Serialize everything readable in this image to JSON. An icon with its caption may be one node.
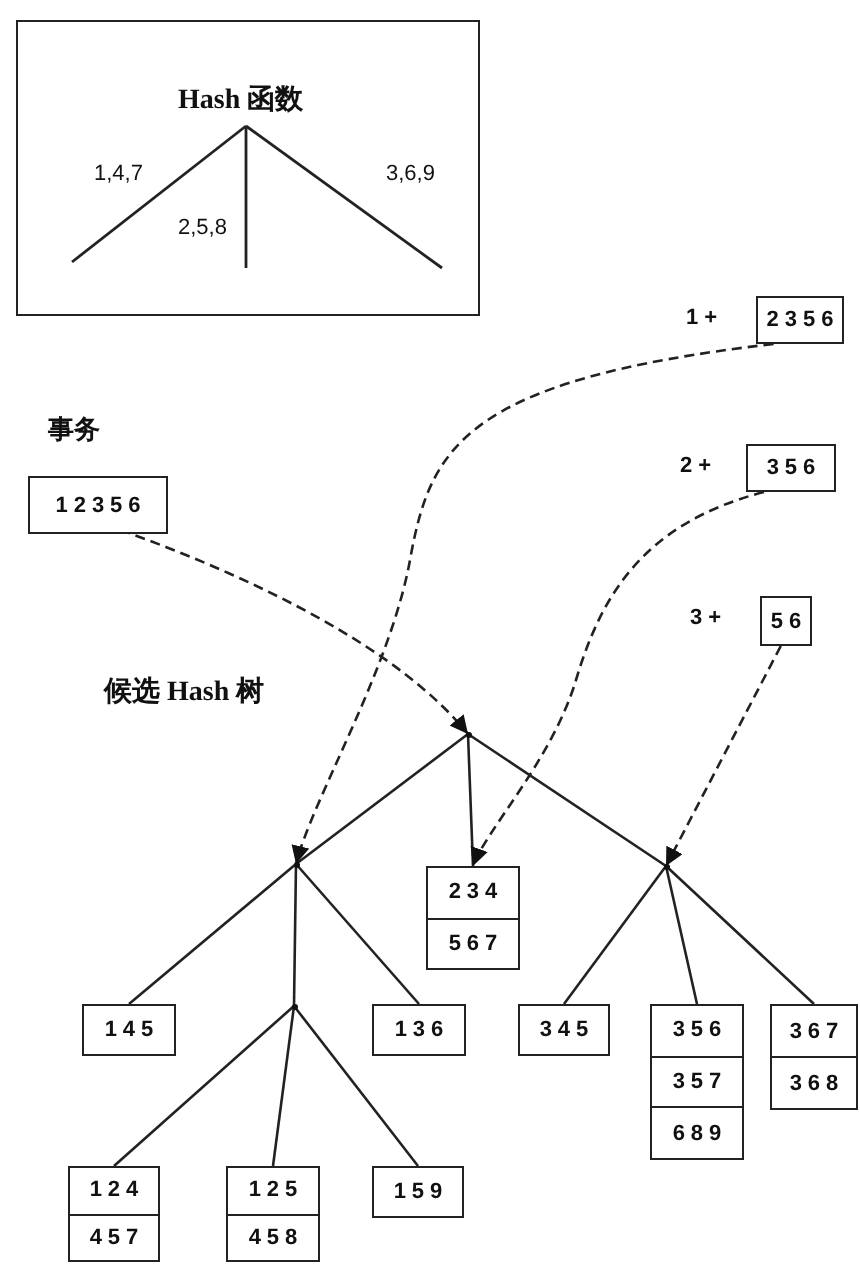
{
  "diagram": {
    "nodes": [
      {
        "text": [
          "Hash 函数",
          "1,4,7",
          "2,5,8",
          "3,6,9"
        ]
      },
      {
        "text": [
          "事务",
          "12356"
        ]
      },
      {
        "text": [
          "2356"
        ],
        "beside": [
          "1 +"
        ]
      },
      {
        "text": [
          "356"
        ],
        "beside": [
          "2 +"
        ]
      },
      {
        "text": [
          "56"
        ],
        "beside": [
          "3 +"
        ]
      },
      {
        "text": [],
        "shape": "point"
      },
      {
        "text": [],
        "shape": "point"
      },
      {
        "text": [
          "234",
          "567"
        ]
      },
      {
        "text": [],
        "shape": "point"
      },
      {
        "text": [
          "145"
        ]
      },
      {
        "text": [],
        "shape": "point"
      },
      {
        "text": [
          "136"
        ]
      },
      {
        "text": [
          "124",
          "457"
        ]
      },
      {
        "text": [
          "125",
          "458"
        ]
      },
      {
        "text": [
          "159"
        ]
      },
      {
        "text": [
          "345"
        ]
      },
      {
        "text": [
          "356",
          "357",
          "689"
        ]
      },
      {
        "text": [
          "367",
          "368"
        ]
      }
    ],
    "edges": [
      {
        "from": 5,
        "to": 6,
        "arrow": "none"
      },
      {
        "from": 5,
        "to": 7,
        "arrow": "none"
      },
      {
        "from": 5,
        "to": 8,
        "arrow": "none"
      },
      {
        "from": 6,
        "to": 9,
        "arrow": "none"
      },
      {
        "from": 6,
        "to": 10,
        "arrow": "none"
      },
      {
        "from": 6,
        "to": 11,
        "arrow": "none"
      },
      {
        "from": 10,
        "to": 12,
        "arrow": "none"
      },
      {
        "from": 10,
        "to": 13,
        "arrow": "none"
      },
      {
        "from": 10,
        "to": 14,
        "arrow": "none"
      },
      {
        "from": 8,
        "to": 15,
        "arrow": "none"
      },
      {
        "from": 8,
        "to": 16,
        "arrow": "none"
      },
      {
        "from": 8,
        "to": 17,
        "arrow": "none"
      },
      {
        "from": 1,
        "to": 5,
        "arrow": "to",
        "style": "dashed"
      },
      {
        "from": 2,
        "to": 6,
        "arrow": "to",
        "style": "dashed"
      },
      {
        "from": 3,
        "to": 7,
        "arrow": "to",
        "style": "dashed"
      },
      {
        "from": 4,
        "to": 8,
        "arrow": "to",
        "style": "dashed"
      }
    ],
    "labels": [
      "候选 Hash 树"
    ]
  }
}
